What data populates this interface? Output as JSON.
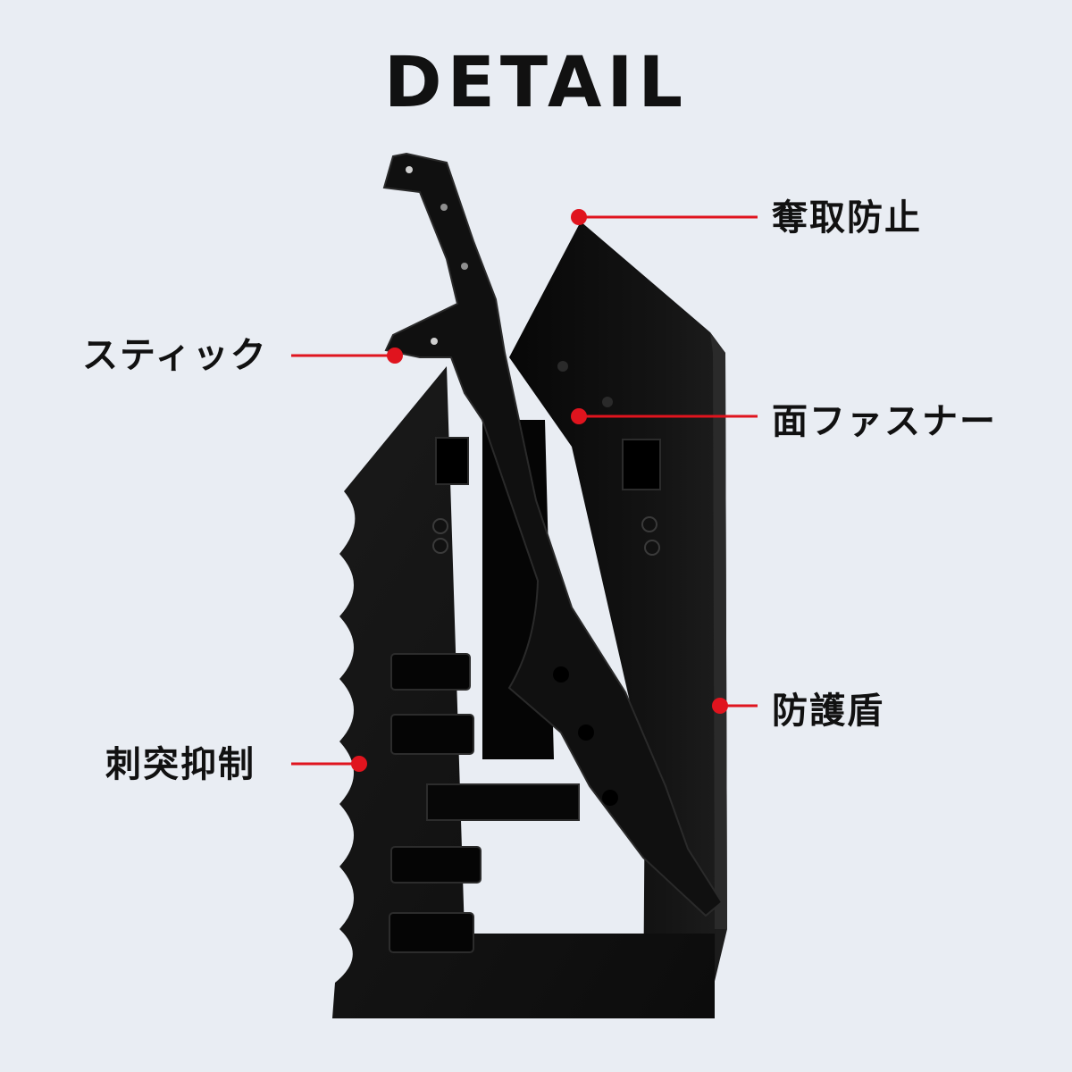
{
  "page": {
    "title": "DETAIL",
    "background": "#e9edf3",
    "accent_color": "#e0141e"
  },
  "callouts": [
    {
      "label": "奪取防止"
    },
    {
      "label": "スティック"
    },
    {
      "label": "面ファスナー"
    },
    {
      "label": "防護盾"
    },
    {
      "label": "刺突抑制"
    }
  ]
}
